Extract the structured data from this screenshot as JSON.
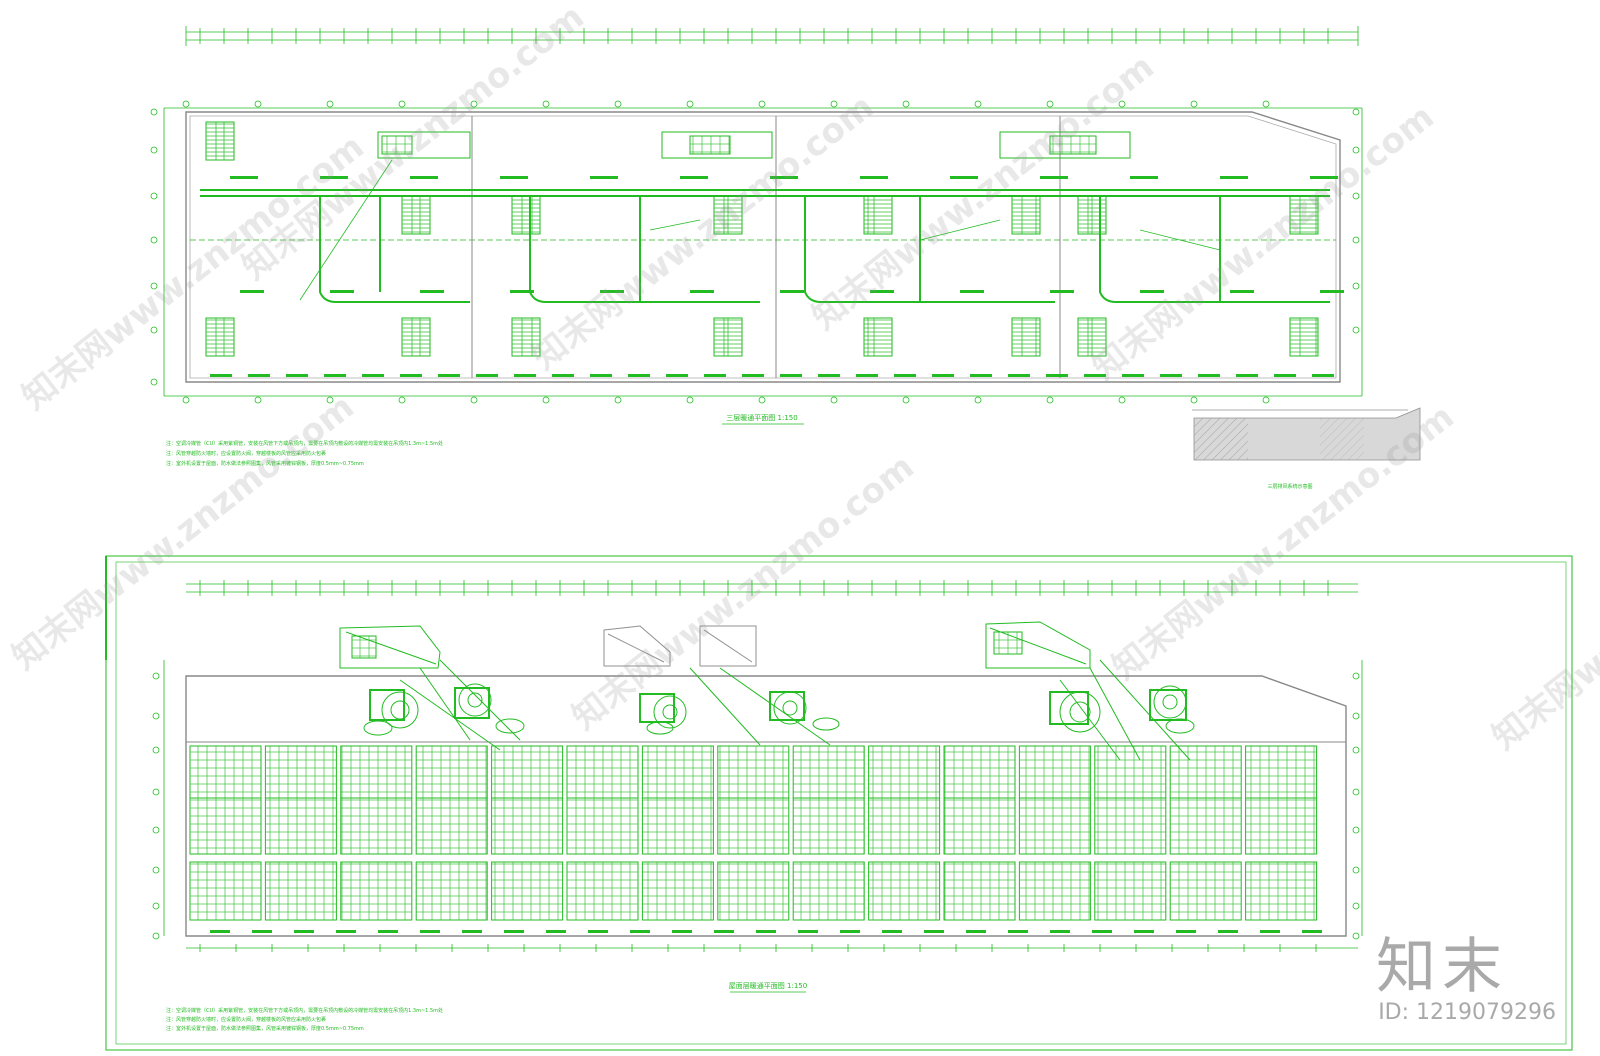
{
  "top_plan": {
    "title": "三层暖通平面图 1:150",
    "notes": [
      "注：空调冷媒管（CU）采用紫铜管，安装在风管下方或吊顶内，需要在吊顶内敷设的冷媒管均需安装在吊顶内1.3m~1.5m处",
      "注：风管穿越防火墙时，应设置防火阀，穿越楼板的风管应采用防火包裹",
      "注：室外机设置于屋面，防水做法参照图集，风管采用镀锌钢板，厚度0.5mm~0.75mm"
    ],
    "inset_caption": "三层排风系统示意图"
  },
  "bottom_plan": {
    "title": "屋面层暖通平面图 1:150",
    "notes": [
      "注：空调冷媒管（CU）采用紫铜管，安装在风管下方或吊顶内，需要在吊顶内敷设的冷媒管均需安装在吊顶内1.3m~1.5m处",
      "注：风管穿越防火墙时，应设置防火阀，穿越楼板的风管应采用防火包裹",
      "注：室外机设置于屋面，防水做法参照图集，风管采用镀锌钢板，厚度0.5mm~0.75mm"
    ]
  },
  "watermark": {
    "text": "知末网www.znzmo.com",
    "brand": "知末",
    "id_label": "ID: 1219079296"
  },
  "colors": {
    "line": "#22bb22",
    "grid": "#38c838",
    "gray": "#909090",
    "hatch_fill": "#d8d8d8"
  }
}
